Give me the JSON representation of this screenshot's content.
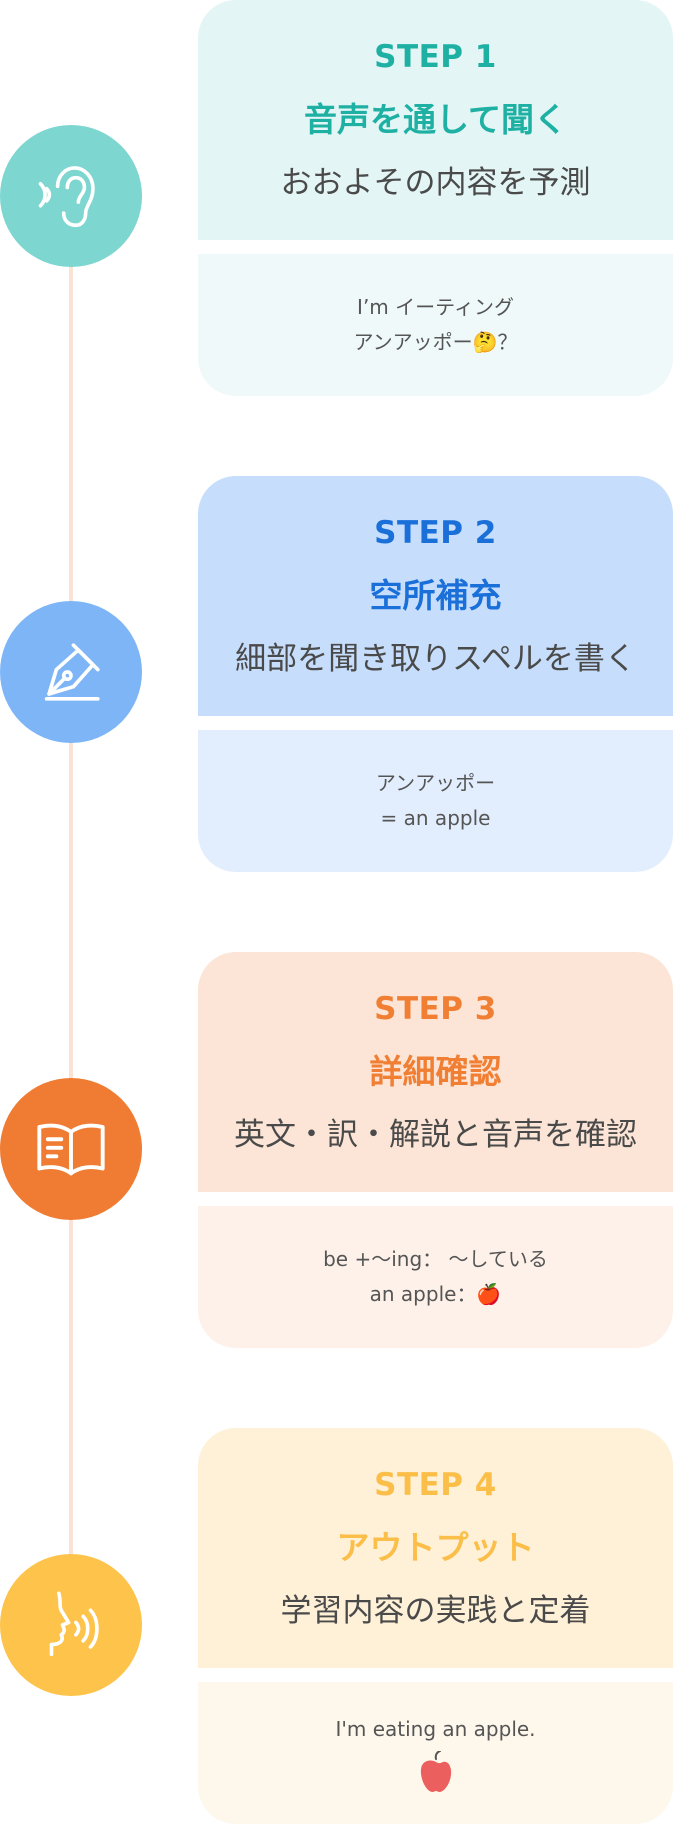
{
  "steps": [
    {
      "icon": "ear-icon",
      "step_label": "STEP 1",
      "title": "音声を通して聞く",
      "description": "おおよその内容を予測",
      "example_lines": [
        "I’m イーティング",
        "アンアッポー🤔？"
      ],
      "colors": {
        "circle": "#7dd6cf",
        "accent": "#1fb0a4",
        "top_bg": "#e3f6f5",
        "bottom_bg": "#eff9f9"
      }
    },
    {
      "icon": "pen-nib-icon",
      "step_label": "STEP 2",
      "title": "空所補充",
      "description": "細部を聞き取りスペルを書く",
      "example_lines": [
        "アンアッポー",
        "= an apple"
      ],
      "colors": {
        "circle": "#7db5f7",
        "accent": "#1a6fd9",
        "top_bg": "#c6defb",
        "bottom_bg": "#e2eefd"
      }
    },
    {
      "icon": "open-book-icon",
      "step_label": "STEP 3",
      "title": "詳細確認",
      "description": "英文・訳・解説と音声を確認",
      "example_lines": [
        "be +〜ing： 〜している",
        "an apple：🍎"
      ],
      "colors": {
        "circle": "#ef7c32",
        "accent": "#f07f33",
        "top_bg": "#fce5d6",
        "bottom_bg": "#fdf1e9"
      }
    },
    {
      "icon": "speaking-face-icon",
      "step_label": "STEP 4",
      "title": "アウトプット",
      "description": "学習内容の実践と定着",
      "example_lines": [
        "I'm eating an apple.",
        ""
      ],
      "colors": {
        "circle": "#fdc34a",
        "accent": "#fbbe48",
        "top_bg": "#fef1d7",
        "bottom_bg": "#fef7eb"
      }
    }
  ]
}
